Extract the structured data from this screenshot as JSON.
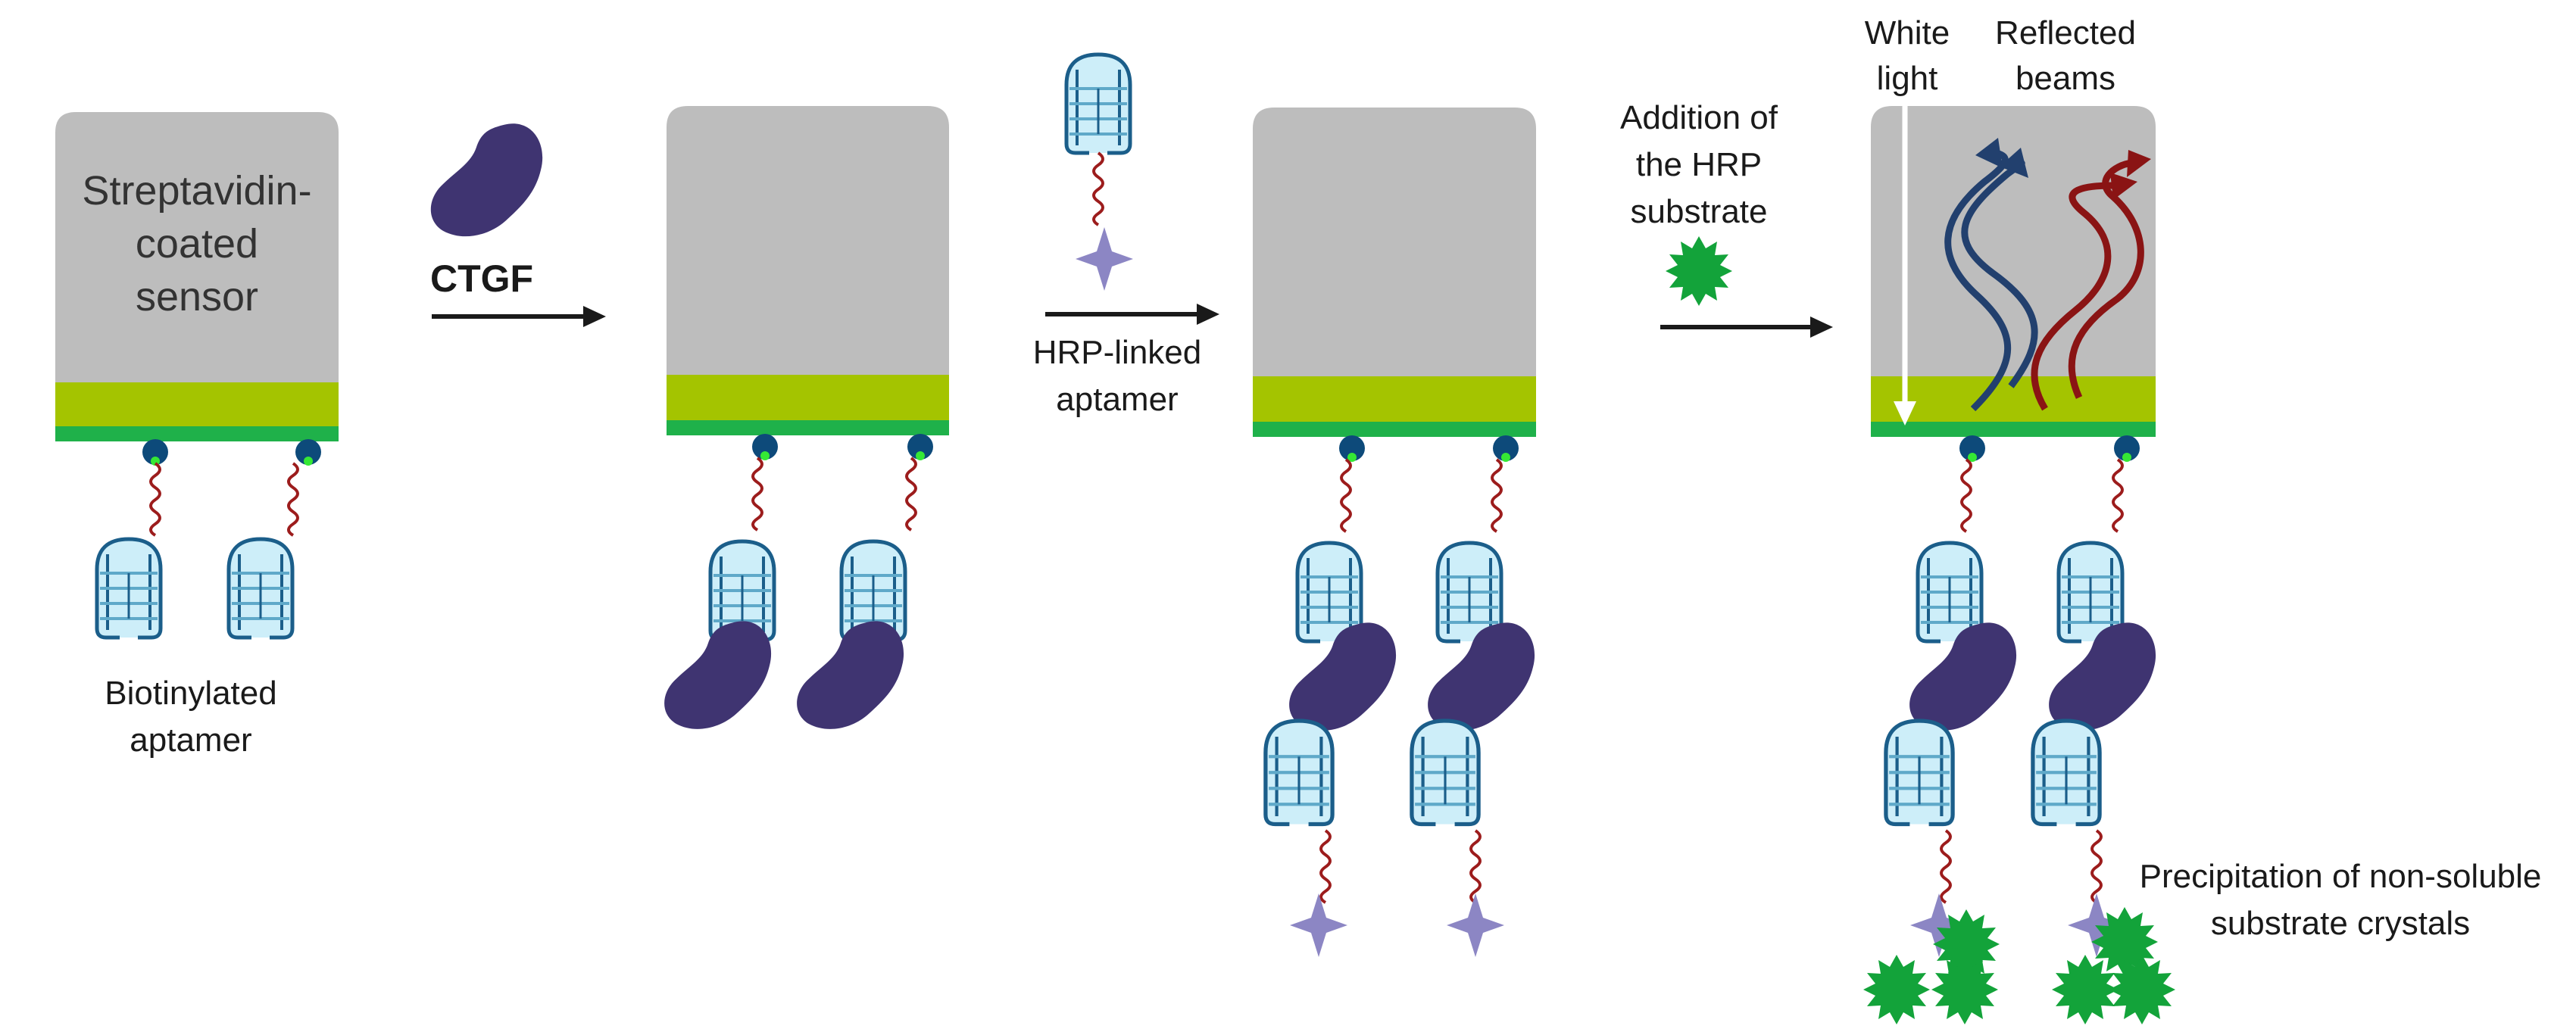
{
  "colors": {
    "sensor": "#bdbdbd",
    "coating_light": "#a4c400",
    "coating_dark": "#1fb14a",
    "biotin": "#0d4a7a",
    "biotin_dot": "#35e835",
    "linker": "#9c1c1c",
    "aptamer_outline": "#1b5e8a",
    "aptamer_fill": "#cdeef9",
    "ctgf": "#3f3471",
    "hrp": "#8c86c4",
    "substrate": "#13a33a",
    "arrow": "#1a1a1a",
    "reflected_blue": "#22406e",
    "reflected_red": "#8a1414"
  },
  "labels": {
    "sensor": [
      "Streptavidin-",
      "coated",
      "sensor"
    ],
    "biotinylated_aptamer": [
      "Biotinylated",
      "aptamer"
    ],
    "ctgf": "CTGF",
    "hrp_linked_aptamer": [
      "HRP-linked",
      "aptamer"
    ],
    "addition_of_substrate": [
      "Addition of",
      "the HRP",
      "substrate"
    ],
    "white_light": [
      "White",
      "light"
    ],
    "reflected_beams": [
      "Reflected",
      "beams"
    ],
    "precipitation": [
      "Precipitation of non-soluble",
      "substrate crystals"
    ]
  },
  "panels": [
    {
      "id": "step1",
      "has_ctgf": false,
      "has_secondary": false,
      "has_crystals": false
    },
    {
      "id": "step2",
      "has_ctgf": true,
      "has_secondary": false,
      "has_crystals": false
    },
    {
      "id": "step3",
      "has_ctgf": true,
      "has_secondary": true,
      "has_crystals": false
    },
    {
      "id": "step4",
      "has_ctgf": true,
      "has_secondary": true,
      "has_crystals": true
    }
  ]
}
